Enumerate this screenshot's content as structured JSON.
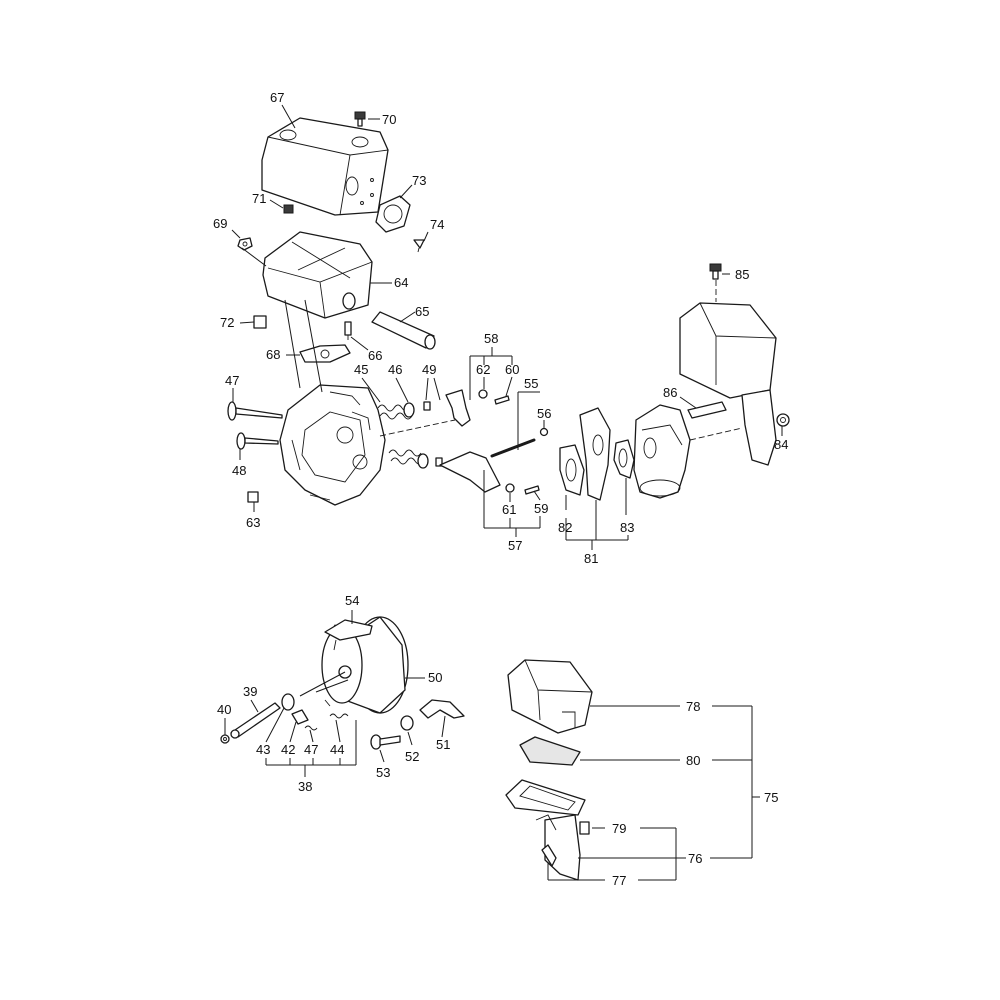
{
  "callouts": {
    "c39": "39",
    "c40": "40",
    "c42": "42",
    "c43": "43",
    "c44": "44",
    "c45": "45",
    "c46": "46",
    "c47": "47",
    "c47b": "47",
    "c48": "48",
    "c49": "49",
    "c50": "50",
    "c51": "51",
    "c52": "52",
    "c53": "53",
    "c54": "54",
    "c55": "55",
    "c56": "56",
    "c57": "57",
    "c58": "58",
    "c59": "59",
    "c60": "60",
    "c61": "61",
    "c62": "62",
    "c63": "63",
    "c64": "64",
    "c65": "65",
    "c66": "66",
    "c67": "67",
    "c68": "68",
    "c69": "69",
    "c70": "70",
    "c71": "71",
    "c72": "72",
    "c73": "73",
    "c74": "74",
    "c75": "75",
    "c76": "76",
    "c77": "77",
    "c78": "78",
    "c79": "79",
    "c80": "80",
    "c81": "81",
    "c82": "82",
    "c83": "83",
    "c84": "84",
    "c85": "85",
    "c86": "86",
    "c38": "38"
  },
  "colors": {
    "line": "#1a1a1a",
    "background": "#ffffff",
    "shade": "#e6e6e6"
  }
}
